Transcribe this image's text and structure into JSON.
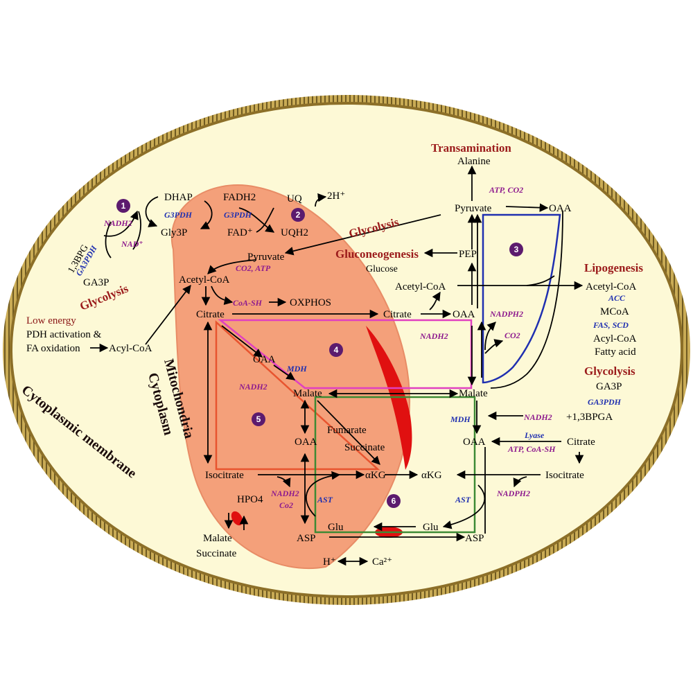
{
  "regions": {
    "membrane": "Cytoplasmic membrane",
    "cytoplasm": "Cytoplasm",
    "mitochondria": "Mitochondria"
  },
  "processes": {
    "transamination": "Transamination",
    "glycolysis_left": "Glycolysis",
    "glycolysis_center": "Glycolysis",
    "gluconeogenesis": "Gluconeogenesis",
    "lipogenesis": "Lipogenesis",
    "glycolysis_right": "Glycolysis"
  },
  "badges": [
    "1",
    "2",
    "3",
    "4",
    "5",
    "6"
  ],
  "notes": {
    "low_energy": "Low energy",
    "pdh": "PDH activation &",
    "fa_ox": "FA oxidation"
  },
  "molecules": {
    "dhap": "DHAP",
    "gly3p": "Gly3P",
    "fadh2": "FADH2",
    "fad": "FAD⁺",
    "uq": "UQ",
    "uqh2": "UQH2",
    "h2": "2H⁺",
    "bpg13": "1,3BPG",
    "ga3p_left": "GA3P",
    "pyruvate_mito": "Pyruvate",
    "acetylcoa_mito": "Acetyl-CoA",
    "acylcoa_left": "Acyl-CoA",
    "citrate_mito": "Citrate",
    "oxphos": "OXPHOS",
    "oaa_mito": "OAA",
    "malate_mito": "Malate",
    "oaa_mito2": "OAA",
    "fumarate": "Fumarate",
    "succinate": "Succinate",
    "isocitrate_mito": "Isocitrate",
    "akg_mito": "αKG",
    "hpo4": "HPO4",
    "malate_bottom": "Malate",
    "succinate_bottom": "Succinate",
    "glu_mito": "Glu",
    "asp_mito": "ASP",
    "h_plus": "H⁺",
    "ca": "Ca²⁺",
    "alanine": "Alanine",
    "pyruvate_cyto": "Pyruvate",
    "oaa_top": "OAA",
    "pep": "PEP",
    "glucose": "Glucose",
    "acetylcoa_cyto": "Acetyl-CoA",
    "citrate_cyto": "Citrate",
    "oaa_cyto": "OAA",
    "malate_cyto": "Malate",
    "oaa_cyto2": "OAA",
    "akg_cyto": "αKG",
    "glu_cyto": "Glu",
    "asp_cyto": "ASP",
    "acetylcoa_lipo": "Acetyl-CoA",
    "mcoa": "MCoA",
    "acylcoa_lipo": "Acyl-CoA",
    "fatty_acid": "Fatty acid",
    "ga3p_right": "GA3P",
    "bpga13": "+1,3BPGA",
    "citrate_right": "Citrate",
    "isocitrate_right": "Isocitrate"
  },
  "enzymes": {
    "g3pdh_1": "G3PDH",
    "g3pdh_2": "G3PDH",
    "ga3pdh_left": "GA3PDH",
    "mdh_mito": "MDH",
    "ast_mito": "AST",
    "mdh_cyto": "MDH",
    "ast_cyto": "AST",
    "acc": "ACC",
    "fas_scd": "FAS, SCD",
    "ga3pdh_right": "GA3PDH",
    "lyase": "Lyase"
  },
  "cofactors": {
    "nadh2_1": "NADH2",
    "nad_1": "NAD⁺",
    "co2_atp": "CO2, ATP",
    "coa_sh": "CoA-SH",
    "nadh2_mdh": "NADH2",
    "nadh2_co2_a": "NADH2",
    "nadh2_co2_b": "Co2",
    "atp_co2": "ATP, CO2",
    "nadph2_cyto": "NADPH2",
    "nadh2_cyto": "NADH2",
    "co2_cyto": "CO2",
    "nadh2_right": "NADH2",
    "atp_coash": "ATP, CoA-SH",
    "nadph2_right": "NADPH2"
  },
  "colors": {
    "cell_fill": "#fdf9d6",
    "mito_fill": "#f4a07a",
    "membrane_gold": "#a88a3b",
    "red_spot": "#e01010",
    "box_red": "#e8542f",
    "box_pink": "#e040c0",
    "box_green": "#3d8a34",
    "box_blue": "#1f2fb0",
    "badge_fill": "#5c1b6e",
    "process_red": "#9b1b1b"
  }
}
